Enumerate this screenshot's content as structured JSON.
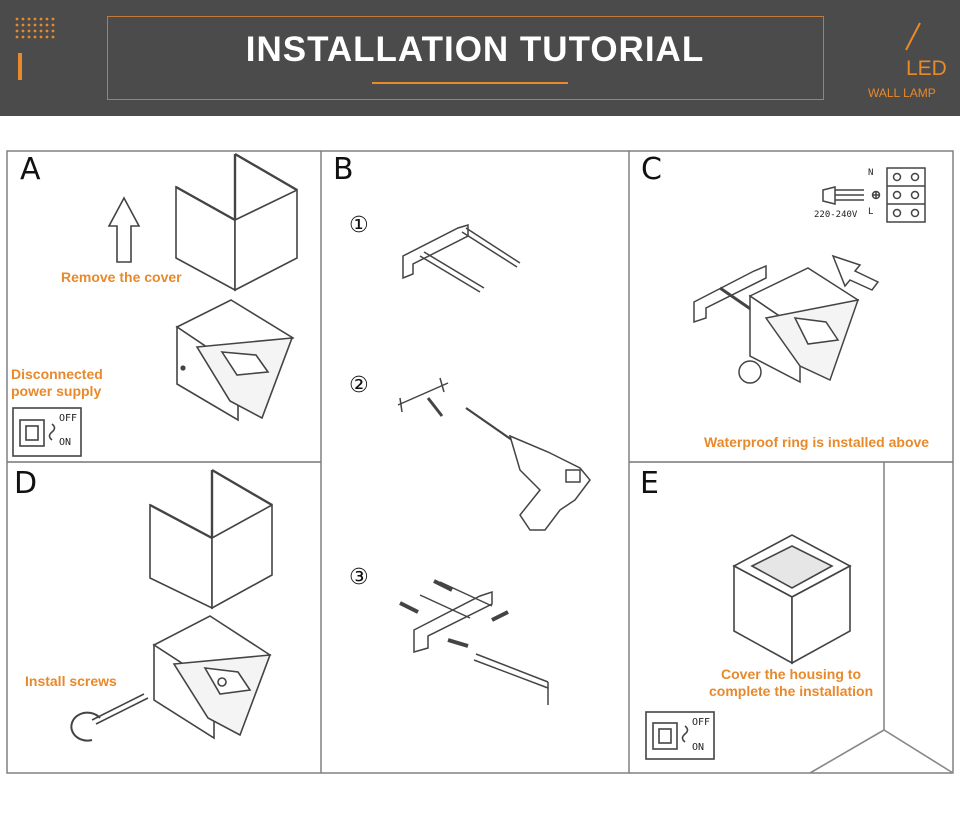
{
  "header": {
    "title": "INSTALLATION TUTORIAL",
    "brand_led": "LED",
    "brand_sub": "WALL LAMP"
  },
  "panels": {
    "a": {
      "letter": "A",
      "remove_cover": "Remove the cover",
      "disconnected_1": "Disconnected",
      "disconnected_2": "power supply",
      "switch_off": "OFF",
      "switch_on": "ON"
    },
    "b": {
      "letter": "B",
      "step1": "①",
      "step2": "②",
      "step3": "③"
    },
    "c": {
      "letter": "C",
      "waterproof": "Waterproof ring is installed above",
      "voltage": "220-240V",
      "terminal_n": "N",
      "terminal_l": "L"
    },
    "d": {
      "letter": "D",
      "install_screws": "Install screws"
    },
    "e": {
      "letter": "E",
      "cover_1": "Cover the housing to",
      "cover_2": "complete the installation",
      "switch_off": "OFF",
      "switch_on": "ON"
    }
  },
  "colors": {
    "header_bg": "#4b4b4b",
    "accent": "#e8892b",
    "line": "#6a6a6a"
  }
}
